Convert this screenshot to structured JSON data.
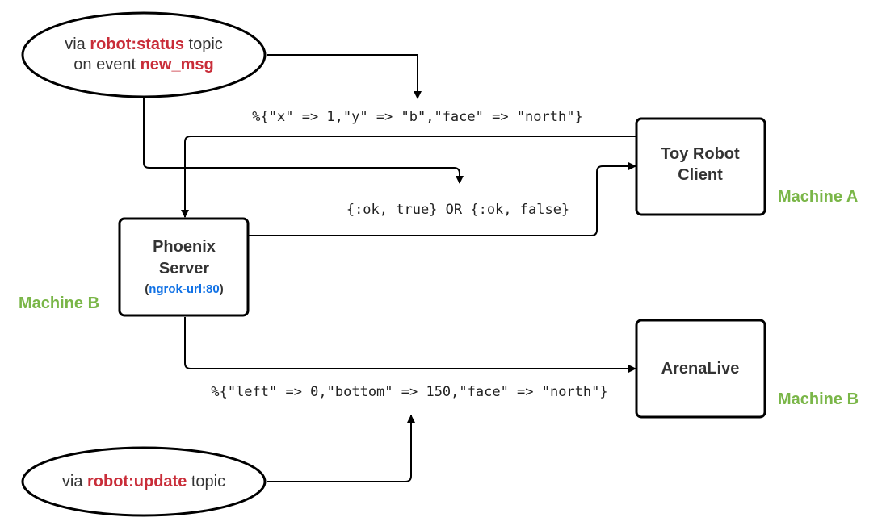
{
  "ellipses": {
    "status": {
      "line1_pre": "via ",
      "line1_hl": "robot:status",
      "line1_post": " topic",
      "line2_pre": "on event ",
      "line2_hl": "new_msg"
    },
    "update": {
      "pre": "via ",
      "hl": "robot:update",
      "post": " topic"
    }
  },
  "nodes": {
    "toy_robot": {
      "line1": "Toy Robot",
      "line2": "Client"
    },
    "phoenix": {
      "line1": "Phoenix",
      "line2": "Server",
      "url_open": "(",
      "url": "ngrok-url:80",
      "url_close": ")"
    },
    "arena": {
      "label": "ArenaLive"
    }
  },
  "machines": {
    "a": "Machine A",
    "b_left": "Machine B",
    "b_right": "Machine B"
  },
  "messages": {
    "status_payload": "%{\"x\" => 1,\"y\" => \"b\",\"face\" => \"north\"}",
    "reply": "{:ok, true} OR {:ok, false}",
    "update_payload": "%{\"left\" => 0,\"bottom\" => 150,\"face\" => \"north\"}"
  },
  "colors": {
    "highlight": "#c92d39",
    "machine": "#7ab648",
    "url": "#1071e5"
  }
}
